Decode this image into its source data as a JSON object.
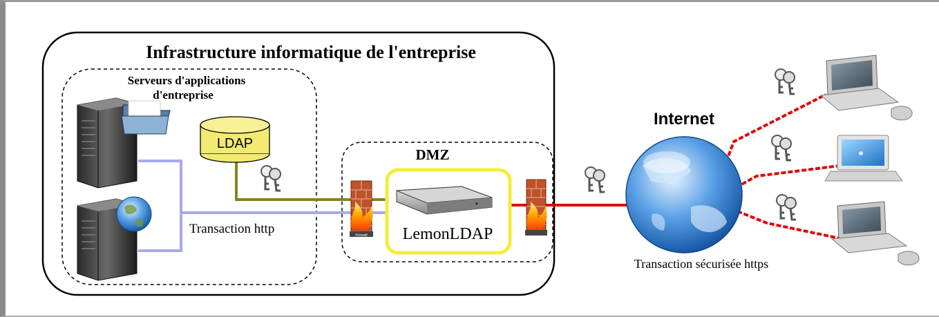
{
  "diagram": {
    "infrastructure_title": "Infrastructure informatique de l'entreprise",
    "app_servers_line1": "Serveurs d'applications",
    "app_servers_line2": "d'entreprise",
    "ldap_label": "LDAP",
    "dmz_title": "DMZ",
    "lemonldap_label": "LemonLDAP",
    "http_label": "Transaction http",
    "internet_label": "Internet",
    "https_label": "Transaction sécurisée https",
    "firewall_label": "Firewall"
  },
  "colors": {
    "border": "#000000",
    "ldap_fill": "#f2ea72",
    "ldap_line": "#858227",
    "http_line": "#a8a8f0",
    "https_line": "#e00000",
    "lemon_highlight": "#f4ec3a",
    "firewall_brick": "#c0522b"
  },
  "icons": [
    "server-icon",
    "folder-icon",
    "globe-icon",
    "key-icon",
    "firewall-icon",
    "appliance-icon",
    "computer-icon",
    "laptop-icon"
  ]
}
